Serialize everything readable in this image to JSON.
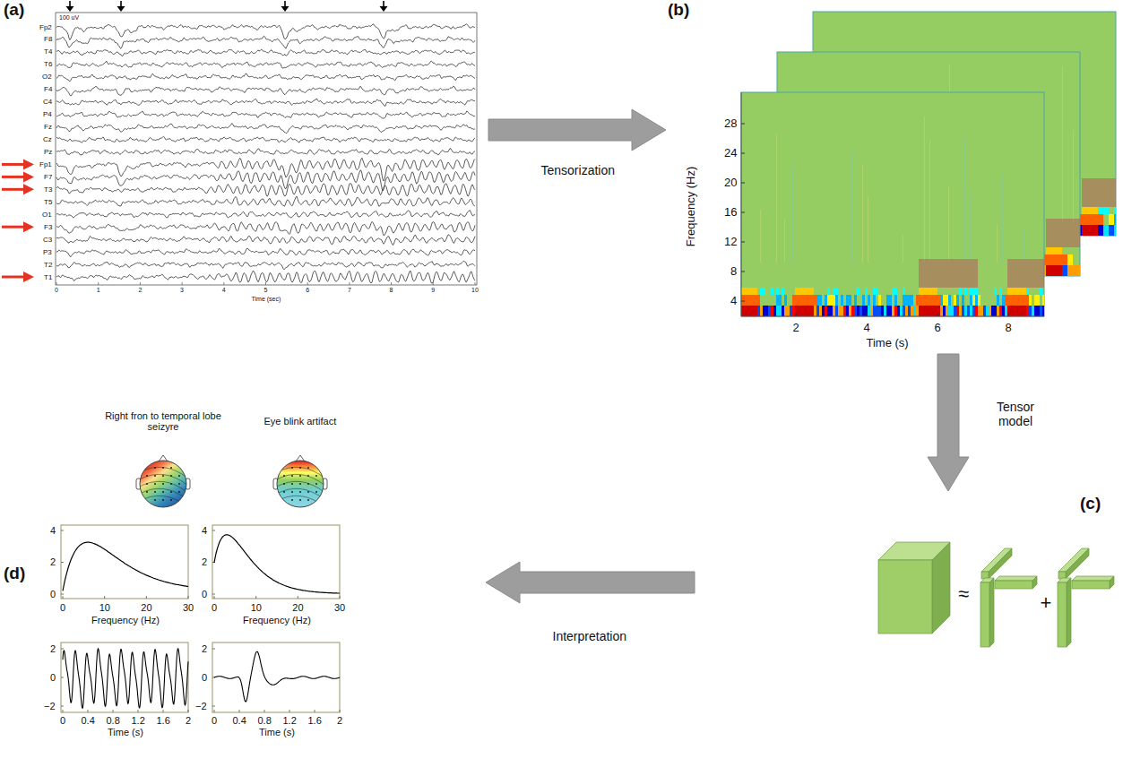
{
  "diagram": {
    "nodes": [
      {
        "text": [
          "(a)"
        ]
      },
      {
        "text": [
          "(b)"
        ]
      },
      {
        "text": [
          "(c)"
        ]
      },
      {
        "text": [
          "(d)"
        ]
      }
    ],
    "edges": [
      {
        "from": 0,
        "to": 1,
        "arrow": "to",
        "label": "Tensorization"
      },
      {
        "from": 1,
        "to": 2,
        "arrow": "to",
        "label": "Tensor model"
      },
      {
        "from": 2,
        "to": 3,
        "arrow": "to",
        "label": "Interpretation"
      }
    ],
    "labels": [
      "100 uV",
      "Fp2",
      "F8",
      "T4",
      "T6",
      "O2",
      "F4",
      "C4",
      "P4",
      "Fz",
      "Cz",
      "Pz",
      "Fp1",
      "F7",
      "T3",
      "T5",
      "O1",
      "F3",
      "C3",
      "P3",
      "T2",
      "T1",
      "0",
      "1",
      "2",
      "3",
      "4",
      "5",
      "6",
      "7",
      "8",
      "9",
      "10",
      "Time (sec)",
      "28",
      "24",
      "20",
      "16",
      "12",
      "8",
      "4",
      "Frequency (Hz)",
      "2",
      "4",
      "6",
      "8",
      "Time (s)",
      "≈",
      "+",
      "Right fron to temporal lobe seizyre",
      "Eye blink artifact",
      "4",
      "2",
      "0",
      "0",
      "10",
      "20",
      "30",
      "Frequency (Hz)",
      "2",
      "0",
      "−2",
      "0",
      "0.4",
      "0.8",
      "1.2",
      "1.6",
      "2",
      "Time (s)",
      "4",
      "2",
      "0",
      "0",
      "10",
      "20",
      "30",
      "Frequency (Hz)",
      "2",
      "0",
      "−2",
      "0",
      "0.4",
      "0.8",
      "1.2",
      "1.6",
      "2",
      "Time (s)"
    ]
  }
}
